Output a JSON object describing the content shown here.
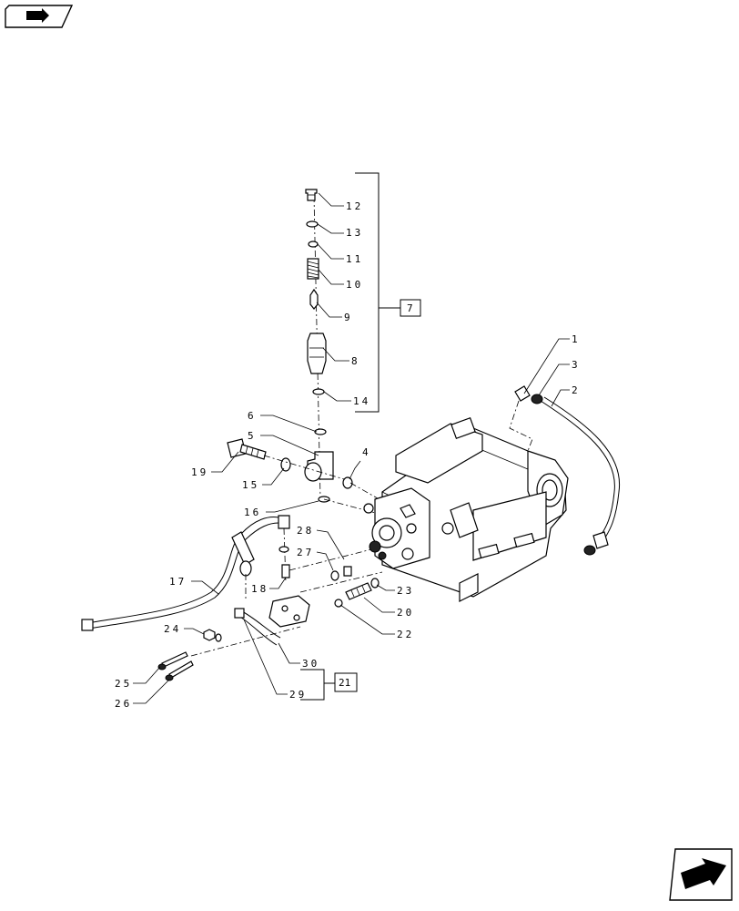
{
  "icons": {
    "top_left": "book-arrow-icon",
    "bottom_right": "next-page-arrow-icon"
  },
  "callouts": {
    "c1": "1",
    "c2": "2",
    "c3": "3",
    "c4": "4",
    "c5": "5",
    "c6": "6",
    "c8": "8",
    "c9": "9",
    "c10": "10",
    "c11": "11",
    "c12": "12",
    "c13": "13",
    "c14": "14",
    "c15": "15",
    "c16": "16",
    "c17": "17",
    "c18": "18",
    "c19": "19",
    "c20": "20",
    "c22": "22",
    "c23": "23",
    "c24": "24",
    "c25": "25",
    "c26": "26",
    "c27": "27",
    "c28": "28",
    "c29": "29",
    "c30": "30"
  },
  "assembly_refs": {
    "r7": "7",
    "r21": "21"
  }
}
